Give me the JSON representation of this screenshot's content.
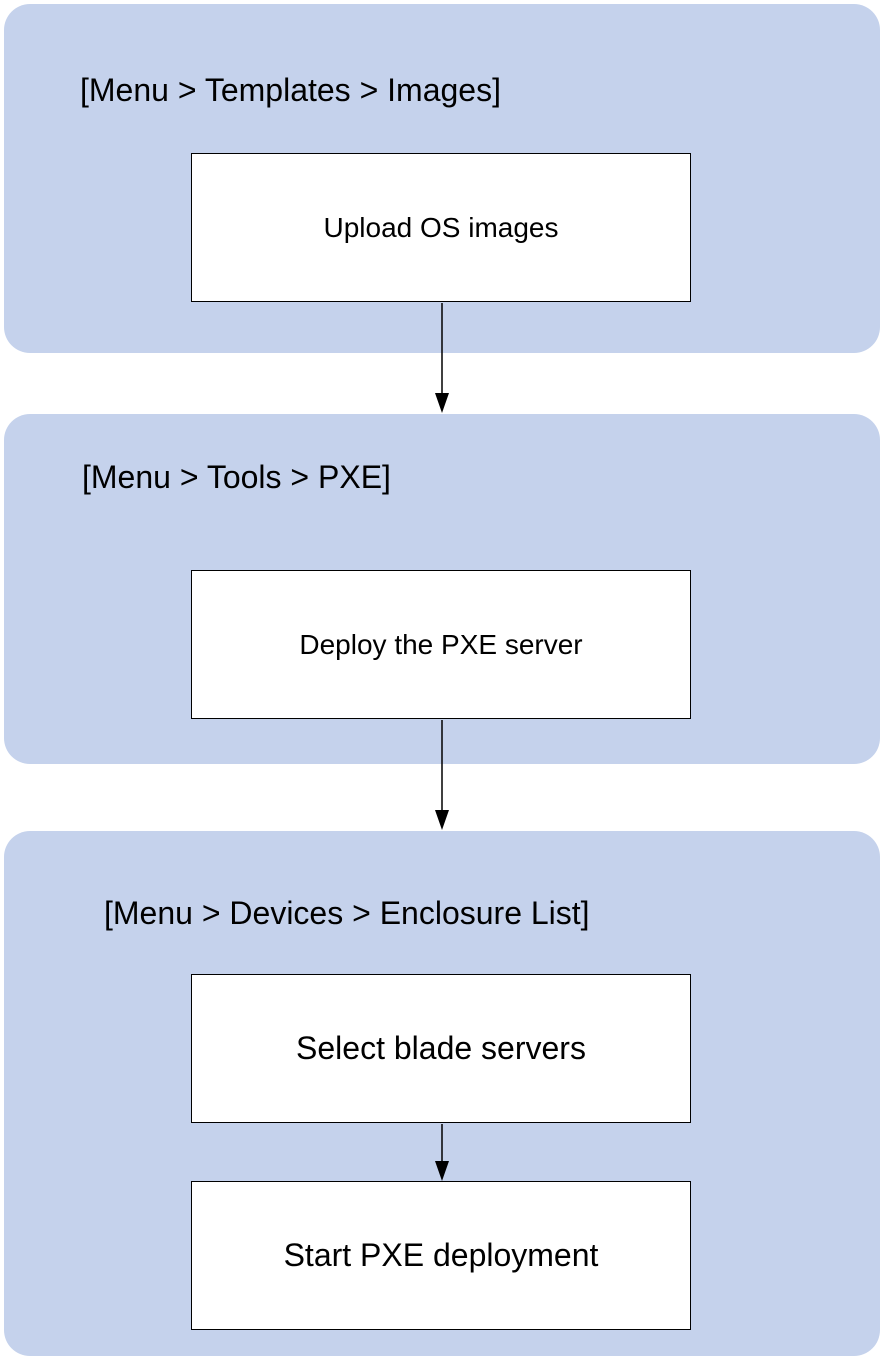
{
  "panels": [
    {
      "title": "[Menu > Templates > Images]",
      "steps": [
        "Upload OS images"
      ]
    },
    {
      "title": "[Menu > Tools > PXE]",
      "steps": [
        "Deploy the PXE server"
      ]
    },
    {
      "title": "[Menu > Devices > Enclosure List]",
      "steps": [
        "Select blade servers",
        "Start PXE deployment"
      ]
    }
  ],
  "colors": {
    "panel_fill": "#c5d2ec",
    "box_fill": "#ffffff",
    "line": "#000000"
  }
}
